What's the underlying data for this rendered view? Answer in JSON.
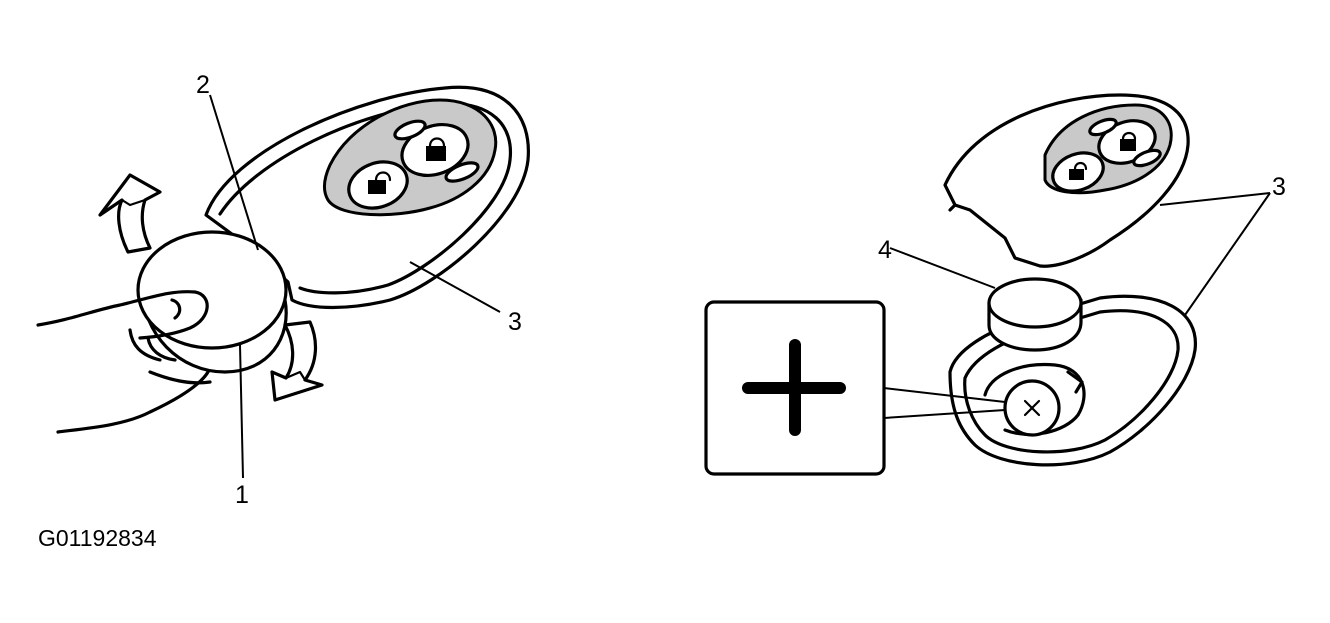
{
  "figure_id": "G01192834",
  "callouts": {
    "c1": "1",
    "c2": "2",
    "c3_left": "3",
    "c3_right": "3",
    "c4": "4"
  },
  "icons": {
    "lock": "padlock-locked-icon",
    "unlock": "padlock-unlocked-icon",
    "polarity": "plus-sign-icon",
    "arrow": "bent-arrow-icon"
  },
  "colors": {
    "line": "#000000",
    "button_fill": "#c9c9c9",
    "background": "#ffffff"
  }
}
